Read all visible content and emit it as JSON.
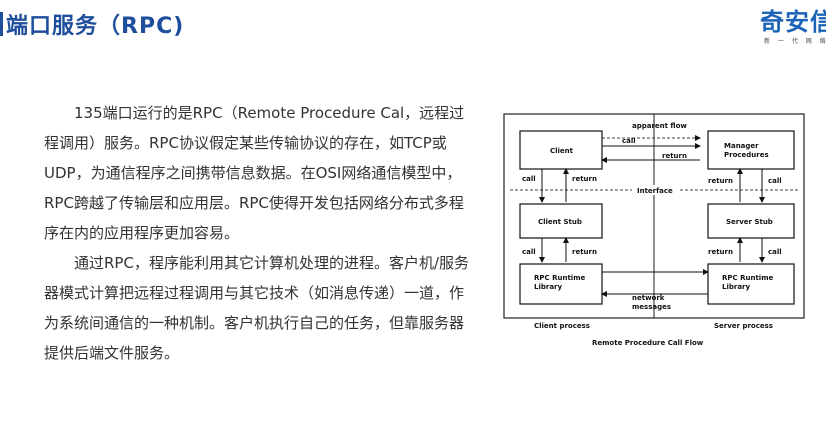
{
  "header": {
    "title": "端口服务（RPC)"
  },
  "logo": {
    "name": "奇安信",
    "slogan": "新 一 代 网 络 安"
  },
  "content": {
    "paragraph_1": "135端口运行的是RPC（Remote Procedure Cal，远程过程调用）服务。RPC协议假定某些传输协议的存在，如TCP或UDP，为通信程序之间携带信息数据。在OSI网络通信模型中，RPC跨越了传输层和应用层。RPC使得开发包括网络分布式多程序在内的应用程序更加容易。",
    "paragraph_2": "通过RPC，程序能利用其它计算机处理的进程。客户机/服务器模式计算把远程过程调用与其它技术（如消息传递）一道，作为系统间通信的一种机制。客户机执行自己的任务，但靠服务器提供后端文件服务。"
  },
  "diagram": {
    "caption": "Remote Procedure Call Flow",
    "client_process": "Client process",
    "server_process": "Server process",
    "boxes": {
      "client": "Client",
      "client_stub": "Client Stub",
      "client_rt_1": "RPC Runtime",
      "client_rt_2": "Library",
      "manager_1": "Manager",
      "manager_2": "Procedures",
      "server_stub": "Server Stub",
      "server_rt_1": "RPC Runtime",
      "server_rt_2": "Library"
    },
    "labels": {
      "apparent_flow": "apparent flow",
      "call_top": "call",
      "return_top": "return",
      "interface": "Interface",
      "call": "call",
      "return": "return",
      "network_1": "network",
      "network_2": "messages"
    }
  }
}
